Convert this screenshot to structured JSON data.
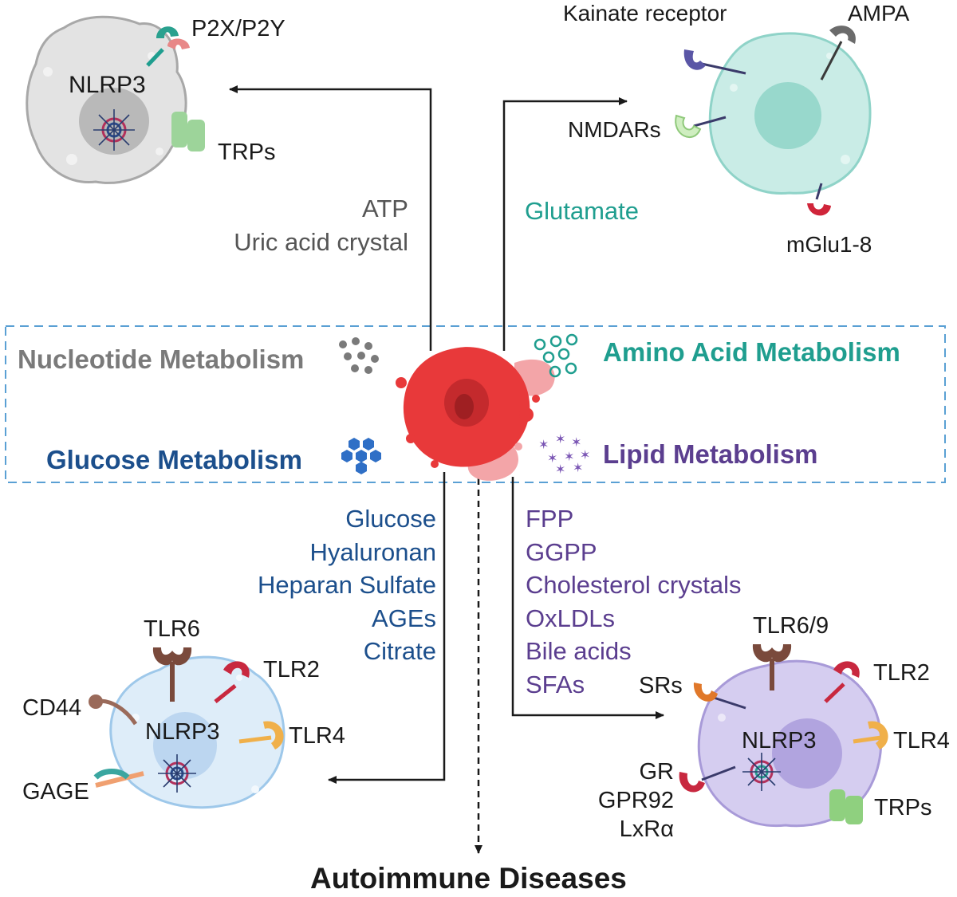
{
  "colors": {
    "nucleotide": "#7a7a7a",
    "amino_acid": "#1f9e8f",
    "glucose": "#1c4f8c",
    "lipid": "#5b3e8f",
    "border": "#5aa0d4",
    "dying_cell": "#e8393a",
    "label": "#1a1a1a"
  },
  "metabolism": {
    "nucleotide": "Nucleotide Metabolism",
    "amino_acid": "Amino Acid Metabolism",
    "glucose": "Glucose  Metabolism",
    "lipid": "Lipid Metabolism"
  },
  "signals": {
    "nucleotide": [
      "ATP",
      "Uric acid crystal"
    ],
    "amino_acid": [
      "Glutamate"
    ],
    "glucose": [
      "Glucose",
      "Hyaluronan",
      "Heparan Sulfate",
      "AGEs",
      "Citrate"
    ],
    "lipid": [
      "FPP",
      "GGPP",
      "Cholesterol crystals",
      "OxLDLs",
      "Bile acids",
      "SFAs"
    ]
  },
  "cells": {
    "top_left": {
      "inner": "NLRP3",
      "receptors": [
        "P2X/P2Y",
        "TRPs"
      ]
    },
    "top_right": {
      "receptors": [
        "Kainate receptor",
        "AMPA",
        "NMDARs",
        "mGlu1-8"
      ]
    },
    "bottom_left": {
      "inner": "NLRP3",
      "receptors": [
        "TLR6",
        "TLR2",
        "CD44",
        "TLR4",
        "GAGE"
      ]
    },
    "bottom_right": {
      "inner": "NLRP3",
      "receptors": [
        "TLR6/9",
        "TLR2",
        "SRs",
        "TLR4",
        "GR",
        "GPR92",
        "LxRα",
        "TRPs"
      ]
    }
  },
  "outcome": "Autoimmune Diseases"
}
